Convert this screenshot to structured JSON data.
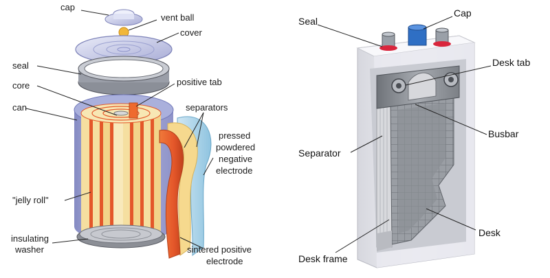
{
  "left_diagram": {
    "labels": {
      "cap": "cap",
      "vent_ball": "vent ball",
      "cover": "cover",
      "seal": "seal",
      "core": "core",
      "positive_tab": "positive tab",
      "can": "can",
      "separators": "separators",
      "pressed_l1": "pressed",
      "pressed_l2": "powdered",
      "pressed_l3": "negative",
      "pressed_l4": "electrode",
      "jelly_roll": "\"jelly roll\"",
      "insulating_l1": "insulating",
      "insulating_l2": "washer",
      "sintered_l1": "sintered positive",
      "sintered_l2": "electrode"
    }
  },
  "right_diagram": {
    "labels": {
      "seal": "Seal",
      "cap": "Cap",
      "desk_tab": "Desk tab",
      "busbar": "Busbar",
      "separator": "Separator",
      "desk": "Desk",
      "desk_frame": "Desk frame"
    }
  },
  "colors": {
    "can_blue": "#8d93c9",
    "electrode_orange": "#e4572a",
    "separator_cream": "#f5dfa0",
    "casing_white": "#eeeef2",
    "plate_gray": "#8a8e94"
  }
}
